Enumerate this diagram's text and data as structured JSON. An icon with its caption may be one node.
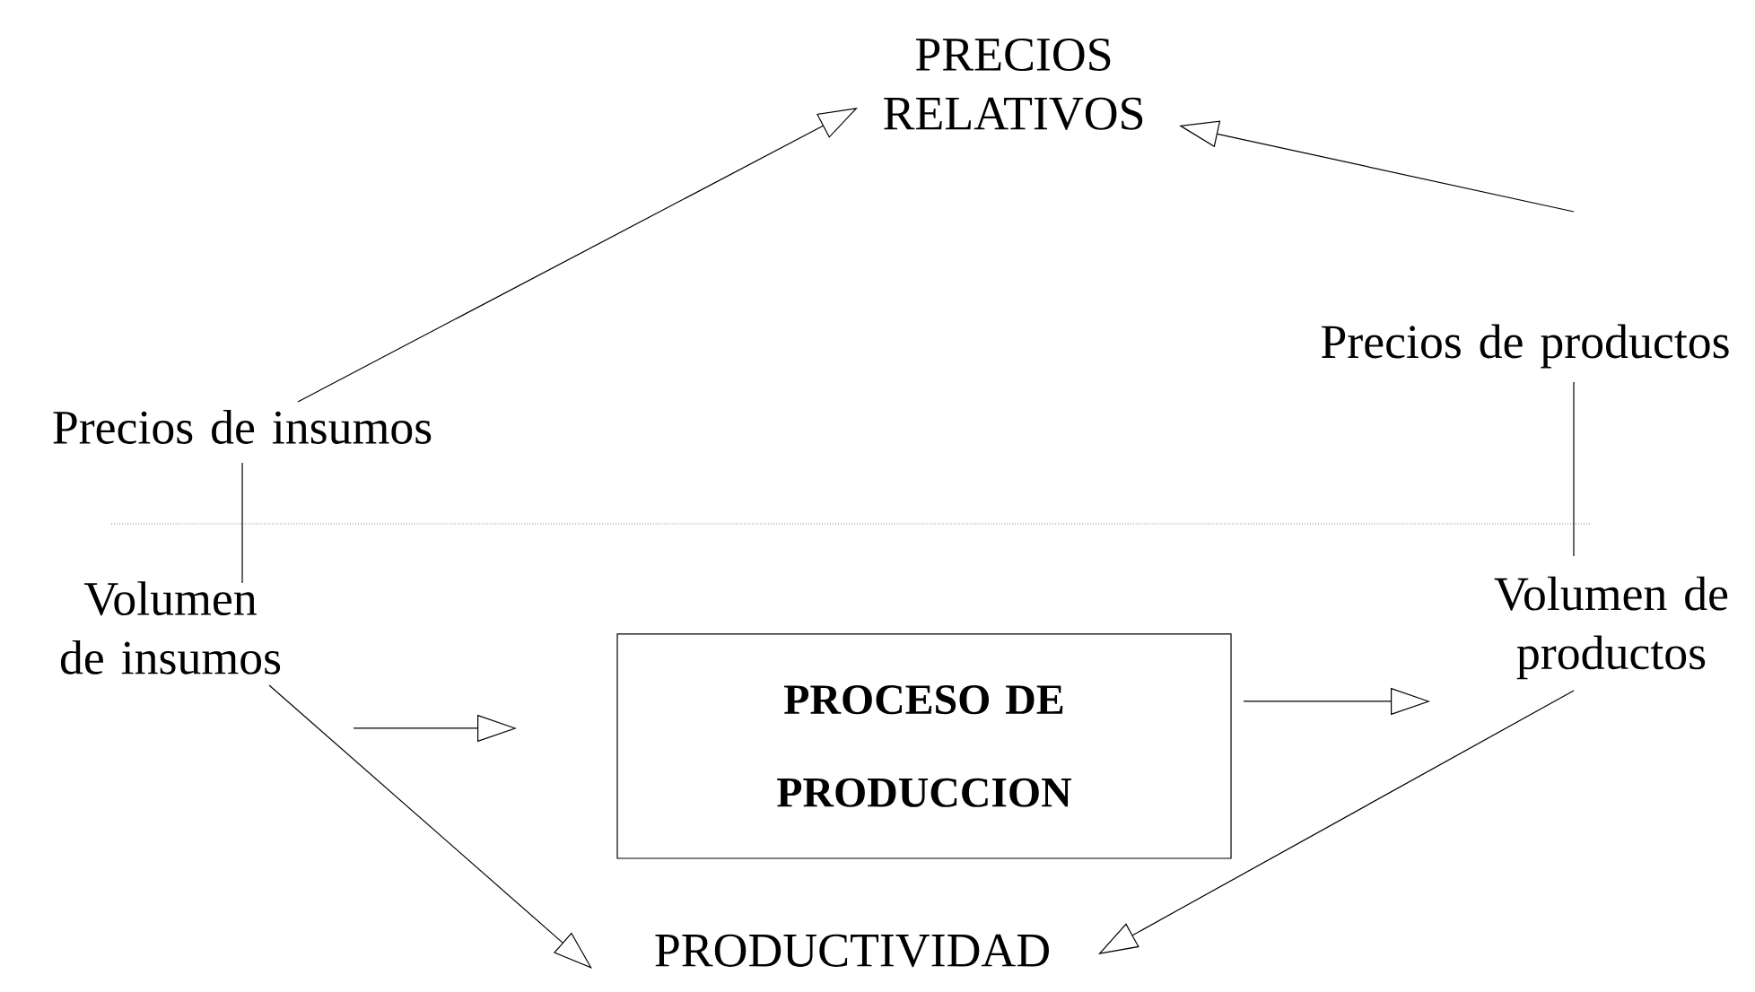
{
  "diagram": {
    "nodes": [
      {
        "text": [
          "PRECIOS RELATIVOS"
        ]
      },
      {
        "text": [
          "Precios de  insumos"
        ]
      },
      {
        "text": [
          "Precios de productos"
        ]
      },
      {
        "text": [
          "Volumen de insumos"
        ]
      },
      {
        "text": [
          "PROCESO DE PRODUCCION"
        ]
      },
      {
        "text": [
          "Volumen de productos"
        ]
      },
      {
        "text": [
          "PRODUCTIVIDAD"
        ]
      }
    ],
    "edges": [
      {
        "from": 1,
        "to": 0,
        "arrow": "to"
      },
      {
        "from": 2,
        "to": 0,
        "arrow": "to"
      },
      {
        "from": 3,
        "to": 4,
        "arrow": "to"
      },
      {
        "from": 4,
        "to": 5,
        "arrow": "to"
      },
      {
        "from": 3,
        "to": 6,
        "arrow": "to"
      },
      {
        "from": 5,
        "to": 6,
        "arrow": "to"
      },
      {
        "from": 1,
        "to": 3,
        "arrow": "none"
      },
      {
        "from": 2,
        "to": 5,
        "arrow": "none"
      }
    ]
  }
}
